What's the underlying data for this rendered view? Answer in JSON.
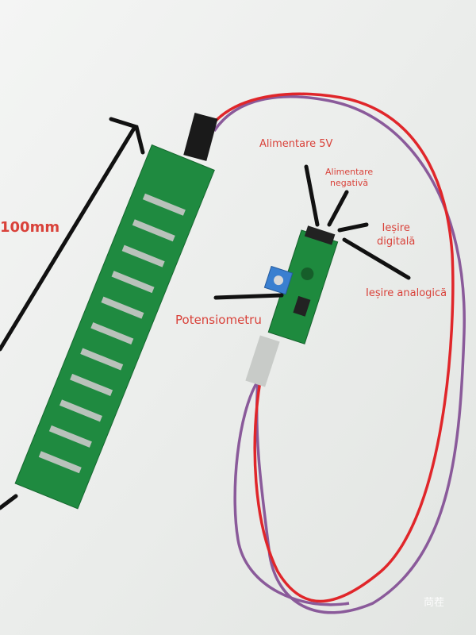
{
  "dimension_label": "100mm",
  "labels": {
    "power_5v": "Alimentare 5V",
    "ground_line1": "Alimentare",
    "ground_line2": "negativă",
    "digital_line1": "Ieșire",
    "digital_line2": "digitală",
    "analog": "Ieșire analogică",
    "potentiometer": "Potensiometru"
  },
  "watermark": "苘茬",
  "colors": {
    "annotation_text": "#d9423a",
    "pcb_green": "#1e8a3e",
    "wire_red": "#e0262a",
    "wire_purple": "#8a5a9a",
    "pot_blue": "#3a7fd0"
  }
}
